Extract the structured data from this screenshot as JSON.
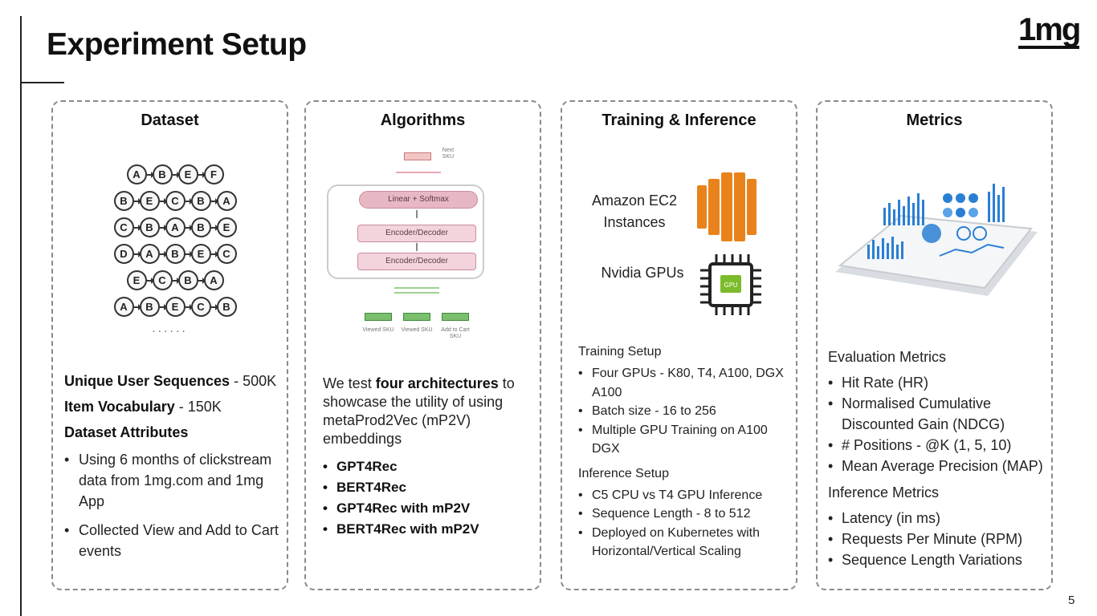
{
  "slide": {
    "title": "Experiment Setup",
    "logo": "1mg",
    "page_number": "5"
  },
  "dataset": {
    "title": "Dataset",
    "sequences": [
      [
        "A",
        "B",
        "E",
        "F"
      ],
      [
        "B",
        "E",
        "C",
        "B",
        "A"
      ],
      [
        "C",
        "B",
        "A",
        "B",
        "E"
      ],
      [
        "D",
        "A",
        "B",
        "E",
        "C"
      ],
      [
        "E",
        "C",
        "B",
        "A"
      ],
      [
        "A",
        "B",
        "E",
        "C",
        "B"
      ]
    ],
    "ellipsis": "......",
    "line1_bold": "Unique User Sequences",
    "line1_rest": " - 500K",
    "line2_bold": "Item Vocabulary",
    "line2_rest": " - 150K",
    "attributes_heading": "Dataset Attributes",
    "bullets": [
      "Using 6 months of clickstream data from 1mg.com and 1mg App",
      "Collected View and Add to Cart events"
    ]
  },
  "algorithms": {
    "title": "Algorithms",
    "diagram": {
      "next_label": "Next SKU",
      "top_layer": "Linear + Softmax",
      "layer1": "Encoder/Decoder",
      "layer2": "Encoder/Decoder",
      "input_labels": [
        "Viewed SKU",
        "Viewed SKU",
        "Add to Cart SKU"
      ]
    },
    "intro_start": "We test ",
    "intro_bold": "four architectures",
    "intro_end": " to showcase the utility of using metaProd2Vec (mP2V) embeddings",
    "models": [
      "GPT4Rec",
      "BERT4Rec",
      "GPT4Rec with mP2V",
      "BERT4Rec with mP2V"
    ]
  },
  "training": {
    "title": "Training & Inference",
    "infra1": "Amazon EC2 Instances",
    "infra2": "Nvidia GPUs",
    "gpu_chip_label": "GPU",
    "training_heading": "Training Setup",
    "training_bullets": [
      "Four GPUs - K80, T4, A100, DGX A100",
      "Batch size - 16 to 256",
      "Multiple GPU Training on A100 DGX"
    ],
    "inference_heading": "Inference Setup",
    "inference_bullets": [
      "C5 CPU vs T4 GPU Inference",
      "Sequence Length - 8 to 512",
      "Deployed on Kubernetes with Horizontal/Vertical Scaling"
    ]
  },
  "metrics": {
    "title": "Metrics",
    "eval_heading": "Evaluation Metrics",
    "eval_bullets": [
      "Hit Rate (HR)",
      "Normalised Cumulative Discounted Gain (NDCG)",
      "# Positions - @K (1, 5, 10)",
      "Mean Average Precision (MAP)"
    ],
    "inference_heading": "Inference Metrics",
    "inference_bullets": [
      "Latency (in ms)",
      "Requests Per Minute (RPM)",
      "Sequence Length Variations"
    ]
  },
  "colors": {
    "aws_orange": "#e8831c",
    "gpu_green": "#7cbb2a",
    "token_green": "#7bbf6d",
    "layer_pink": "#f3d3dc",
    "chart_blue": "#2a7fd4"
  }
}
